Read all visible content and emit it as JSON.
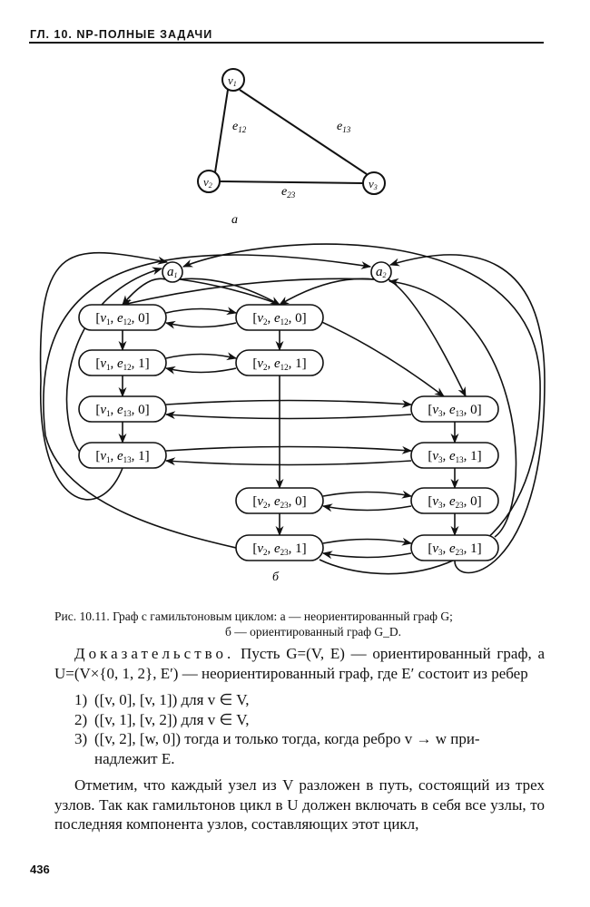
{
  "header": {
    "running_title": "ГЛ. 10. NP-ПОЛНЫЕ ЗАДАЧИ"
  },
  "figure_a": {
    "vertices": [
      "v1",
      "v2",
      "v3"
    ],
    "edges": [
      {
        "label": "e",
        "sub": "12"
      },
      {
        "label": "e",
        "sub": "13"
      },
      {
        "label": "e",
        "sub": "23"
      }
    ],
    "panel_label": "а"
  },
  "figure_b": {
    "a_nodes": [
      {
        "label": "a",
        "sub": "1"
      },
      {
        "label": "a",
        "sub": "2"
      }
    ],
    "nodes": [
      {
        "v": "1",
        "e": "12",
        "k": "0"
      },
      {
        "v": "2",
        "e": "12",
        "k": "0"
      },
      {
        "v": "1",
        "e": "12",
        "k": "1"
      },
      {
        "v": "2",
        "e": "12",
        "k": "1"
      },
      {
        "v": "1",
        "e": "13",
        "k": "0"
      },
      {
        "v": "3",
        "e": "13",
        "k": "0"
      },
      {
        "v": "1",
        "e": "13",
        "k": "1"
      },
      {
        "v": "3",
        "e": "13",
        "k": "1"
      },
      {
        "v": "2",
        "e": "23",
        "k": "0"
      },
      {
        "v": "3",
        "e": "23",
        "k": "0"
      },
      {
        "v": "2",
        "e": "23",
        "k": "1"
      },
      {
        "v": "3",
        "e": "23",
        "k": "1"
      }
    ],
    "panel_label": "б"
  },
  "caption": {
    "line1": "Рис. 10.11. Граф с гамильтоновым циклом: а — неориентированный граф G;",
    "line2": "б — ориентированный граф G_D."
  },
  "body": {
    "p1_lead": "Доказательство.",
    "p1_rest": " Пусть G=(V, E) — ориентированный граф, а U=(V×{0, 1, 2}, E′) — неориентированный граф, где E′ состоит из ребер",
    "items": [
      {
        "n": "1)",
        "text": "([v, 0], [v, 1]) для v ∈ V,"
      },
      {
        "n": "2)",
        "text": "([v, 1], [v, 2]) для v ∈ V,"
      },
      {
        "n": "3)",
        "text": "([v, 2], [w, 0]) тогда и только тогда, когда ребро v → w при-"
      }
    ],
    "item3_cont": "надлежит E.",
    "p2": "Отметим, что каждый узел из V разложен в путь, состоящий из трех узлов. Так как гамильтонов цикл в U должен включать в себя все узлы, то последняя компонента узлов, составляющих этот цикл,"
  },
  "page_number": "436"
}
